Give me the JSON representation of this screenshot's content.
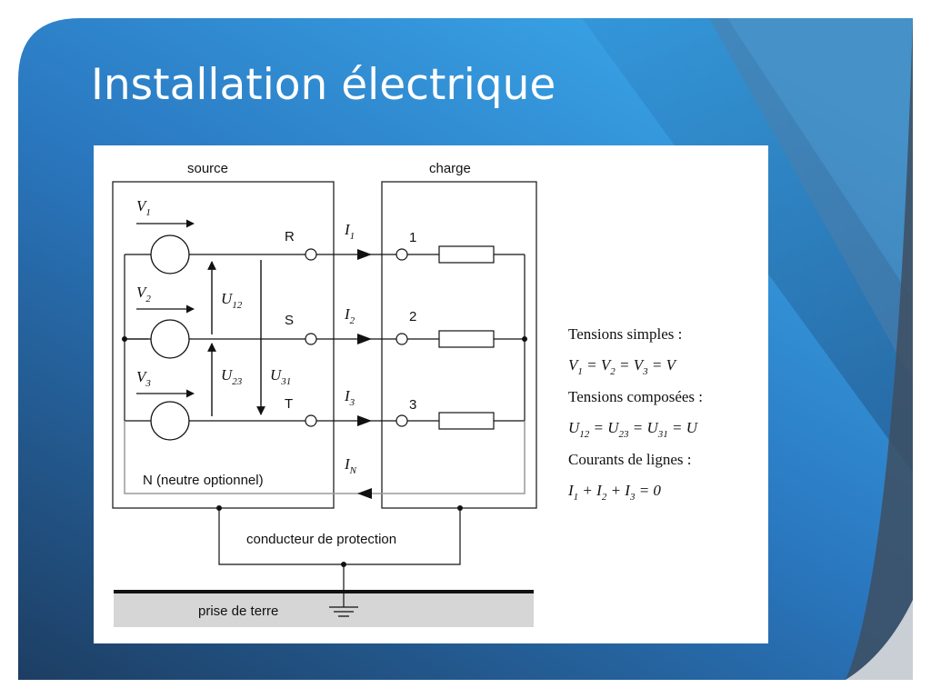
{
  "slide": {
    "title": "Installation électrique",
    "colors": {
      "background_dark": "#1d3e63",
      "background_light": "#3aa5e8",
      "frame": "#3e4f61",
      "corner": "#c9cfd5",
      "figure": "#ffffff"
    }
  },
  "diagram": {
    "source_label": "source",
    "charge_label": "charge",
    "phases": [
      {
        "source_letter": "V",
        "source_sub": "1",
        "terminal": "R",
        "current_letter": "I",
        "current_sub": "1",
        "load_number": "1"
      },
      {
        "source_letter": "V",
        "source_sub": "2",
        "terminal": "S",
        "current_letter": "I",
        "current_sub": "2",
        "load_number": "2"
      },
      {
        "source_letter": "V",
        "source_sub": "3",
        "terminal": "T",
        "current_letter": "I",
        "current_sub": "3",
        "load_number": "3"
      }
    ],
    "line_voltages": [
      {
        "letter": "U",
        "sub": "12"
      },
      {
        "letter": "U",
        "sub": "23"
      },
      {
        "letter": "U",
        "sub": "31"
      }
    ],
    "neutral_current": {
      "letter": "I",
      "sub": "N"
    },
    "neutral_label": "N (neutre optionnel)",
    "protection_label": "conducteur de protection",
    "earth_label": "prise de terre"
  },
  "formulas": {
    "simple_voltages_title": "Tensions simples :",
    "composed_voltages_title": "Tensions composées :",
    "line_currents_title": "Courants de lignes :",
    "eq1": {
      "t1": "V",
      "s1": "1",
      "t2": " = V",
      "s2": "2",
      "t3": " = V",
      "s3": "3",
      "t4": " = V"
    },
    "eq2": {
      "t1": "U",
      "s1": "12",
      "t2": " = U",
      "s2": "23",
      "t3": " = U",
      "s3": "31",
      "t4": " = U"
    },
    "eq3": {
      "t1": "I",
      "s1": "1",
      "t2": " + I",
      "s2": "2",
      "t3": " + I",
      "s3": "3",
      "t4": " = 0"
    }
  }
}
